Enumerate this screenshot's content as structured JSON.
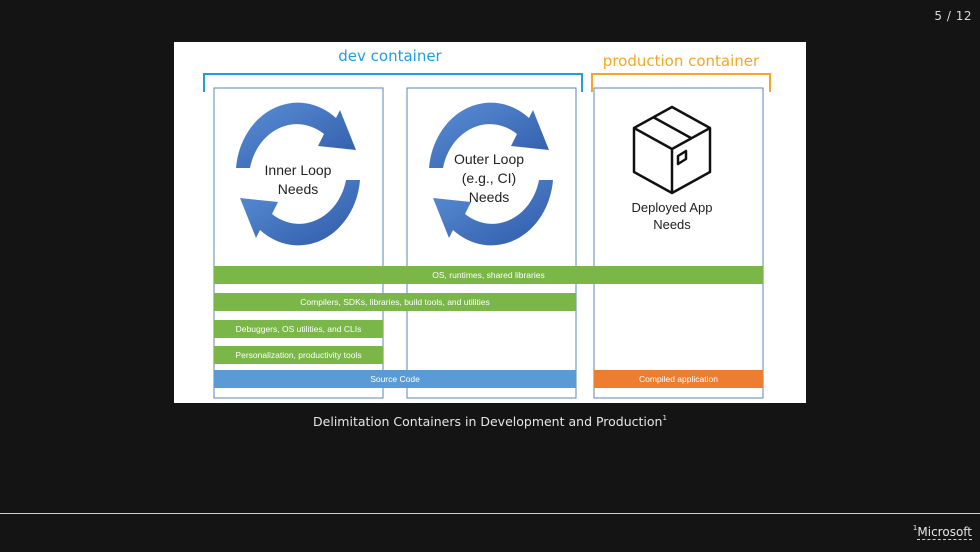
{
  "slide": {
    "counter": "5 / 12"
  },
  "diagram": {
    "dev_container_label": "dev container",
    "production_container_label": "production container",
    "inner_loop": {
      "line1": "Inner Loop",
      "line2": "Needs"
    },
    "outer_loop": {
      "line1": "Outer Loop",
      "line2": "(e.g., CI)",
      "line3": "Needs"
    },
    "deployed_app": {
      "line1": "Deployed App",
      "line2": "Needs",
      "icon": "package-box-icon"
    },
    "layers": {
      "os": "OS, runtimes, shared libraries",
      "compilers": "Compilers, SDKs, libraries, build tools, and utilities",
      "debuggers": "Debuggers, OS utilities, and CLIs",
      "personalization": "Personalization, productivity tools",
      "source_code": "Source Code",
      "compiled": "Compiled application"
    },
    "colors": {
      "dev": "#1f9ee0",
      "production": "#f5a623",
      "layer_green": "#7ab648",
      "source_blue": "#5b9bd5",
      "compiled_orange": "#ed7d31",
      "arrow_blue": "#4472c4"
    }
  },
  "caption": {
    "text": "Delimitation Containers in Development and Production",
    "sup": "1"
  },
  "footnote": {
    "sup": "1",
    "link_text": "Microsoft"
  }
}
